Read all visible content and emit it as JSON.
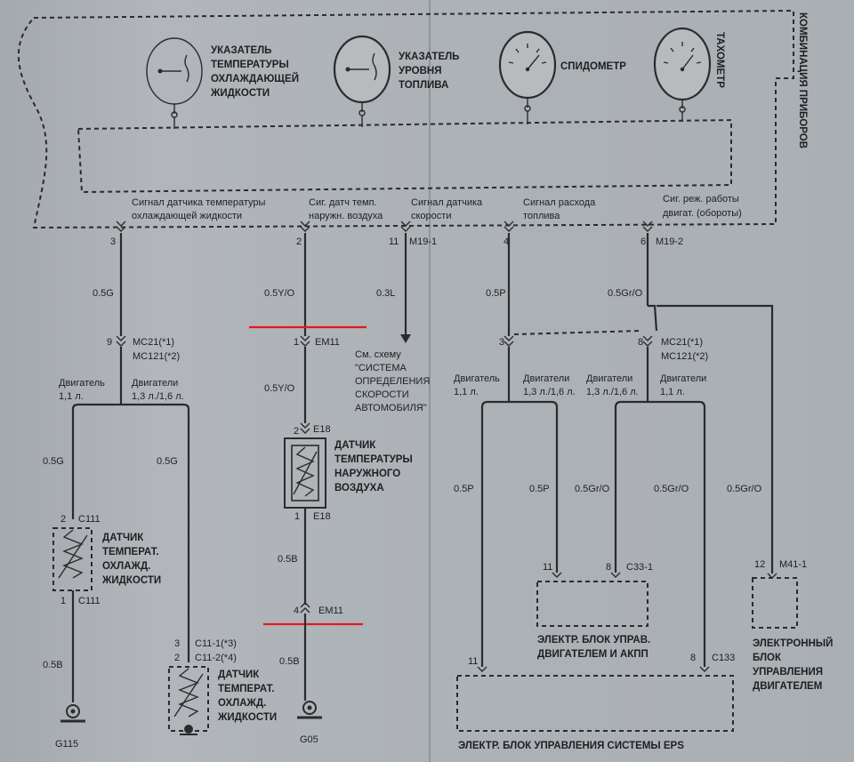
{
  "cluster": {
    "title": "КОМБИНАЦИЯ ПРИБОРОВ",
    "gauges": [
      {
        "name": "coolant-temp-gauge",
        "label": "УКАЗАТЕЛЬ ТЕМПЕРАТУРЫ ОХЛАЖДАЮЩЕЙ ЖИДКОСТИ"
      },
      {
        "name": "fuel-level-gauge",
        "label": "УКАЗАТЕЛЬ УРОВНЯ ТОПЛИВА"
      },
      {
        "name": "speedometer",
        "label": "СПИДОМЕТР"
      },
      {
        "name": "tachometer",
        "label": "ТАХОМЕТР"
      }
    ],
    "signals": [
      {
        "label": "Сигнал датчика температуры охлаждающей жидкости",
        "pin": "3"
      },
      {
        "label": "Сиг. датч темп. наружн. воздуха",
        "pin": "2"
      },
      {
        "label": "Сигнал датчика скорости",
        "pin": "11",
        "connector": "M19-1"
      },
      {
        "label": "Сигнал расхода топлива",
        "pin": "4"
      },
      {
        "label": "Сиг. реж. работы двигат. (обороты)",
        "pin": "6",
        "connector": "M19-2"
      }
    ]
  },
  "wires": [
    {
      "name": "wire-coolant-signal",
      "color": "0.5G"
    },
    {
      "name": "wire-ambient-signal-top",
      "color": "0.5Y/O"
    },
    {
      "name": "wire-speed-signal",
      "color": "0.3L"
    },
    {
      "name": "wire-fuel-signal",
      "color": "0.5P"
    },
    {
      "name": "wire-rpm-signal",
      "color": "0.5Gr/O"
    },
    {
      "name": "wire-ambient-signal-mid",
      "color": "0.5Y/O"
    },
    {
      "name": "wire-coolant-11",
      "color": "0.5G"
    },
    {
      "name": "wire-coolant-13",
      "color": "0.5G"
    },
    {
      "name": "wire-coolant-ground",
      "color": "0.5B"
    },
    {
      "name": "wire-ambient-ground-1",
      "color": "0.5B"
    },
    {
      "name": "wire-ambient-ground-2",
      "color": "0.5B"
    },
    {
      "name": "wire-fuel-11",
      "color": "0.5P"
    },
    {
      "name": "wire-fuel-13",
      "color": "0.5P"
    },
    {
      "name": "wire-rpm-13",
      "color": "0.5Gr/O"
    },
    {
      "name": "wire-rpm-11",
      "color": "0.5Gr/O"
    },
    {
      "name": "wire-rpm-ecm",
      "color": "0.5Gr/O"
    }
  ],
  "connectors": {
    "mc21_left": {
      "pin": "9",
      "line1": "MC21(*1)",
      "line2": "MC121(*2)"
    },
    "mc21_right": {
      "pin": "8",
      "line1": "MC21(*1)",
      "line2": "MC121(*2)"
    },
    "fuel_splice_pin": "3",
    "em11_top": {
      "pin": "1",
      "label": "EM11"
    },
    "em11_bottom": {
      "pin": "4",
      "label": "EM11"
    },
    "e18_top": {
      "pin": "2",
      "label": "E18"
    },
    "e18_bottom": {
      "pin": "1",
      "label": "E18"
    },
    "c111_top": {
      "pin": "2",
      "label": "C111"
    },
    "c111_bottom": {
      "pin": "1",
      "label": "C111"
    },
    "c11_pin3": "3",
    "c11_pin2": "2",
    "c11_label1": "C11-1(*3)",
    "c11_label2": "C11-2(*4)",
    "c33_pin11": "11",
    "c33_pin8": "8",
    "c33_label": "C33-1",
    "c133_pin11": "11",
    "c133_pin8": "8",
    "c133_label": "C133",
    "m41_pin": "12",
    "m41_label": "M41-1"
  },
  "branches": {
    "left_11": "Двигатель 1,1 л.",
    "left_13": "Двигатели 1,3 л./1,6 л.",
    "fuel_11": "Двигатель 1,1 л.",
    "fuel_13": "Двигатели 1,3 л./1,6 л.",
    "rpm_13": "Двигатели 1,3 л./1,6 л.",
    "rpm_11": "Двигатели 1,1 л."
  },
  "see_note": "См. схему \"СИСТЕМА ОПРЕДЕЛЕНИЯ СКОРОСТИ АВТОМОБИЛЯ\"",
  "components": {
    "ambient_sensor": "ДАТЧИК ТЕМПЕРАТУРЫ НАРУЖНОГО ВОЗДУХА",
    "coolant_sensor_11": "ДАТЧИК ТЕМПЕРАТ. ОХЛАЖД. ЖИДКОСТИ",
    "coolant_sensor_13": "ДАТЧИК ТЕМПЕРАТ. ОХЛАЖД. ЖИДКОСТИ",
    "engine_atm_ecu": "ЭЛЕКТР. БЛОК УПРАВ. ДВИГАТЕЛЕМ И АКПП",
    "engine_ecu": "ЭЛЕКТРОННЫЙ БЛОК УПРАВЛЕНИЯ ДВИГАТЕЛЕМ",
    "eps_ecu": "ЭЛЕКТР. БЛОК УПРАВЛЕНИЯ СИСТЕМЫ EPS"
  },
  "grounds": {
    "g115": "G115",
    "g05": "G05"
  },
  "colors": {
    "paper": "#adb2b6",
    "ink": "#2a2b2d",
    "marker": "#e11c1c"
  }
}
